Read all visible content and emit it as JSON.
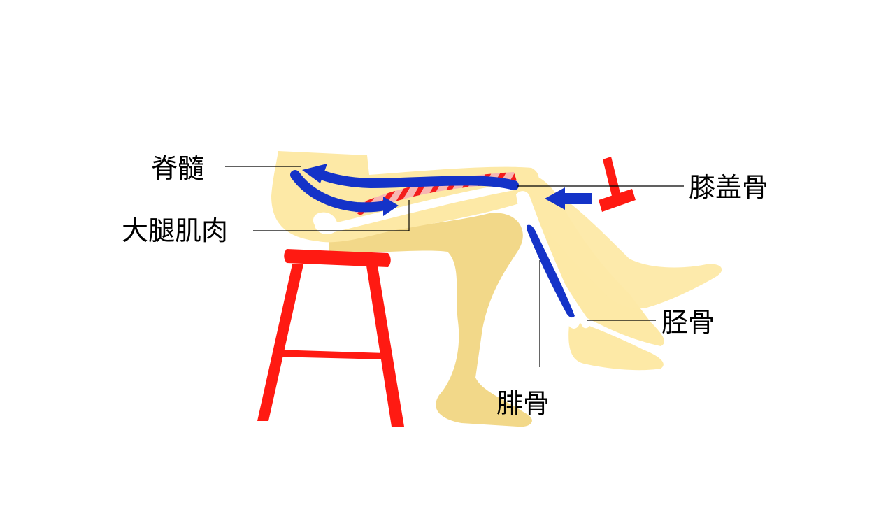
{
  "labels": {
    "spinal_cord": "脊髓",
    "quadriceps": "大腿肌肉",
    "patella": "膝盖骨",
    "tibia": "胫骨",
    "fibula": "腓骨"
  },
  "colors": {
    "skin": "#fde9a6",
    "skin_shadow": "#f2d889",
    "stool": "#ff1a12",
    "nerve_arrow": "#1433c8",
    "muscle_red": "#f41c1c",
    "muscle_pink": "#f7b7b2",
    "bone": "#ffffff",
    "hammer": "#ff1a12",
    "leader_line": "#000000"
  }
}
